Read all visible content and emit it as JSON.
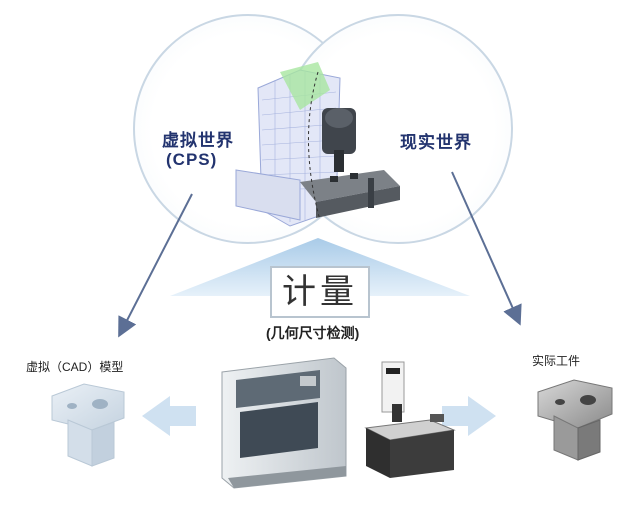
{
  "virtual_world": {
    "title": "虚拟世界",
    "subtitle": "(CPS)"
  },
  "real_world": {
    "title": "现实世界"
  },
  "metrology": {
    "title": "计量",
    "subtitle": "(几何尺寸检测)"
  },
  "left_part": {
    "label": "虚拟（CAD）模型"
  },
  "right_part": {
    "label": "实际工件"
  },
  "colors": {
    "accent": "#2a3e74",
    "arrow": "#5c6f95",
    "triangle": "#bcd7ee",
    "block_arrow": "#cfe1f1"
  }
}
